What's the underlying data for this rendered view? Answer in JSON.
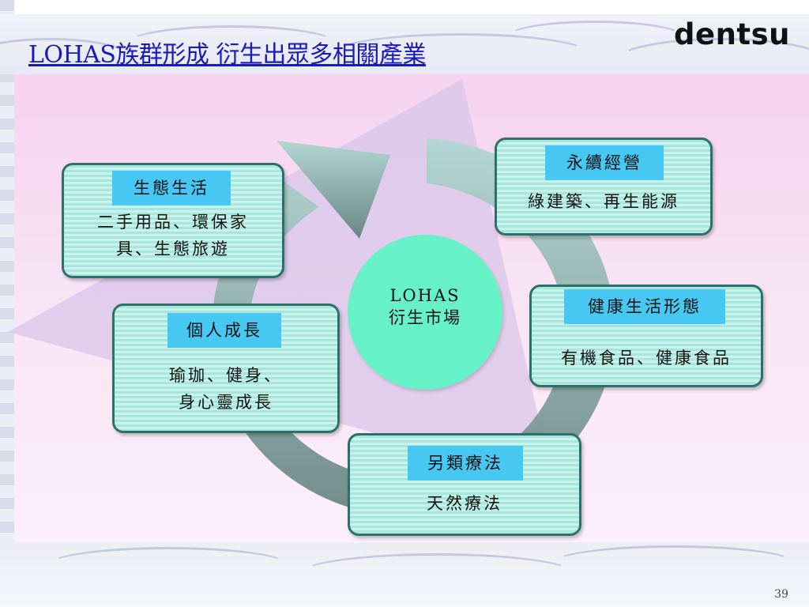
{
  "slide": {
    "title": "LOHAS族群形成  衍生出眾多相關產業",
    "logo": "dentsu",
    "page_number": "39"
  },
  "diagram": {
    "center": {
      "line1": "LOHAS",
      "line2": "衍生市場"
    },
    "boxes": [
      {
        "label": "生態生活",
        "body_line1": "二手用品、環保家",
        "body_line2": "具、生態旅遊"
      },
      {
        "label": "永續經營",
        "body_line1": "綠建築、再生能源",
        "body_line2": ""
      },
      {
        "label": "個人成長",
        "body_line1": "瑜珈、健身、",
        "body_line2": "身心靈成長"
      },
      {
        "label": "健康生活形態",
        "body_line1": "有機食品、健康食品",
        "body_line2": ""
      },
      {
        "label": "另類療法",
        "body_line1": "天然療法",
        "body_line2": ""
      }
    ]
  },
  "colors": {
    "title": "#1a1ab8",
    "box_border": "#2f6f6a",
    "box_fill": "#a8e6dd",
    "label_fill": "#46c8f2",
    "center_fill": "#66f2c6",
    "panel_pink": "#f6d2ef"
  }
}
